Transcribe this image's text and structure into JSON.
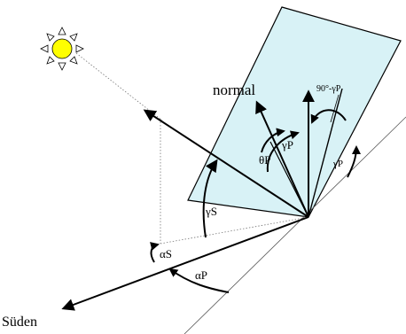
{
  "diagram": {
    "labels": {
      "normal": "normal",
      "complement": "90°-γP",
      "gamma_p_inner": "γP",
      "gamma_p_right": "γP",
      "theta_p": "θP",
      "gamma_s": "γS",
      "alpha_s": "αS",
      "alpha_p": "αP",
      "south": "Süden"
    },
    "colors": {
      "panel_fill": "#d8f2f6",
      "sun_fill": "#ffff00",
      "line": "#000000"
    },
    "icons": {
      "sun": "sun-icon"
    }
  }
}
